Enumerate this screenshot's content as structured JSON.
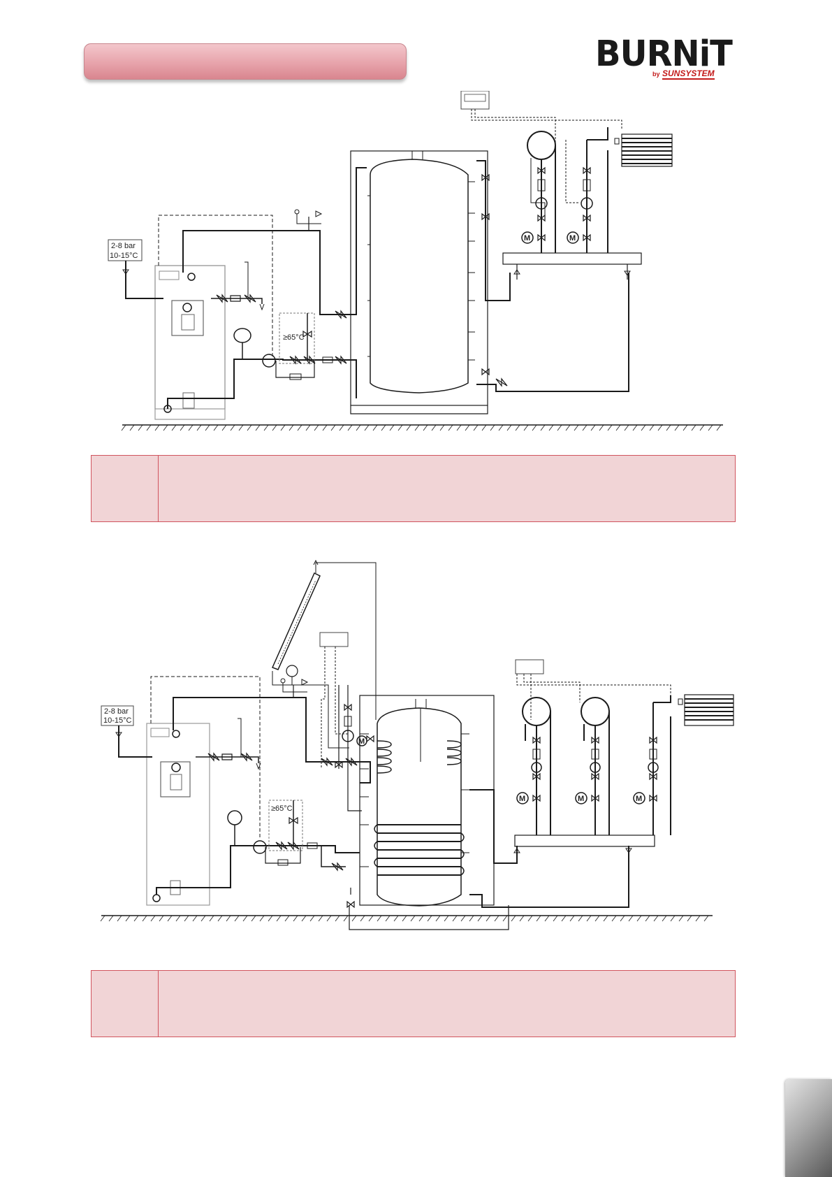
{
  "header": {
    "banner_label": "",
    "logo": {
      "wordmark": "BURNiT",
      "by": "by",
      "sub": "SUNSYSTEM",
      "wordmark_color": "#1a1a1a",
      "accent_color": "#c31a1a"
    }
  },
  "diagram1": {
    "pressure_label": "2-8 bar",
    "temp_label": "10-15°C",
    "valve_temp_label": "≥65°C",
    "mixer_symbol": "M"
  },
  "diagram2": {
    "pressure_label": "2-8 bar",
    "temp_label": "10-15°C",
    "valve_temp_label": "≥65°C",
    "mixer_symbol": "M"
  },
  "notes": [
    {
      "label": "",
      "text": ""
    },
    {
      "label": "",
      "text": ""
    }
  ],
  "colors": {
    "banner": "#e7a3ab",
    "note_fill": "#f1d4d6",
    "note_border": "#d1545e",
    "line": "#1a1a1a"
  }
}
